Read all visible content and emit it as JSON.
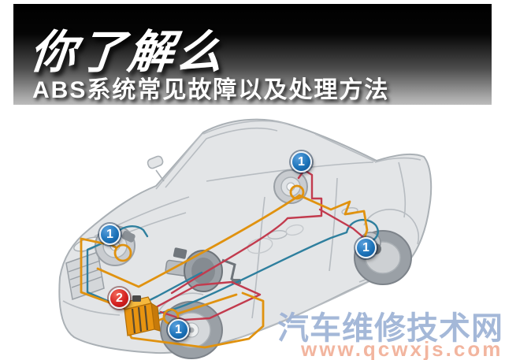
{
  "header": {
    "title": "你了解么",
    "subtitle": "ABS系统常见故障以及处理方法"
  },
  "diagram": {
    "description_markers": [
      {
        "label": "1",
        "role": "wheel-speed-sensor-front-left",
        "color": "#1d74ba"
      },
      {
        "label": "1",
        "role": "wheel-speed-sensor-rear-left",
        "color": "#1d74ba"
      },
      {
        "label": "1",
        "role": "wheel-speed-sensor-rear-right",
        "color": "#1d74ba"
      },
      {
        "label": "1",
        "role": "wheel-speed-sensor-front-right",
        "color": "#1d74ba"
      },
      {
        "label": "2",
        "role": "abs-hydraulic-control-unit",
        "color": "#d42020"
      }
    ],
    "line_colors": {
      "orange": "#e0920f",
      "red": "#c23b4e",
      "teal": "#2e7f9e"
    },
    "car_body_color": "#e3e5e7",
    "car_line_color": "#aab0b5"
  },
  "watermark": {
    "site_name": "汽车维修技术网",
    "site_url": "www.qcwxjs.com",
    "name_color": "#9db2d5",
    "url_color": "#f2b29a"
  }
}
